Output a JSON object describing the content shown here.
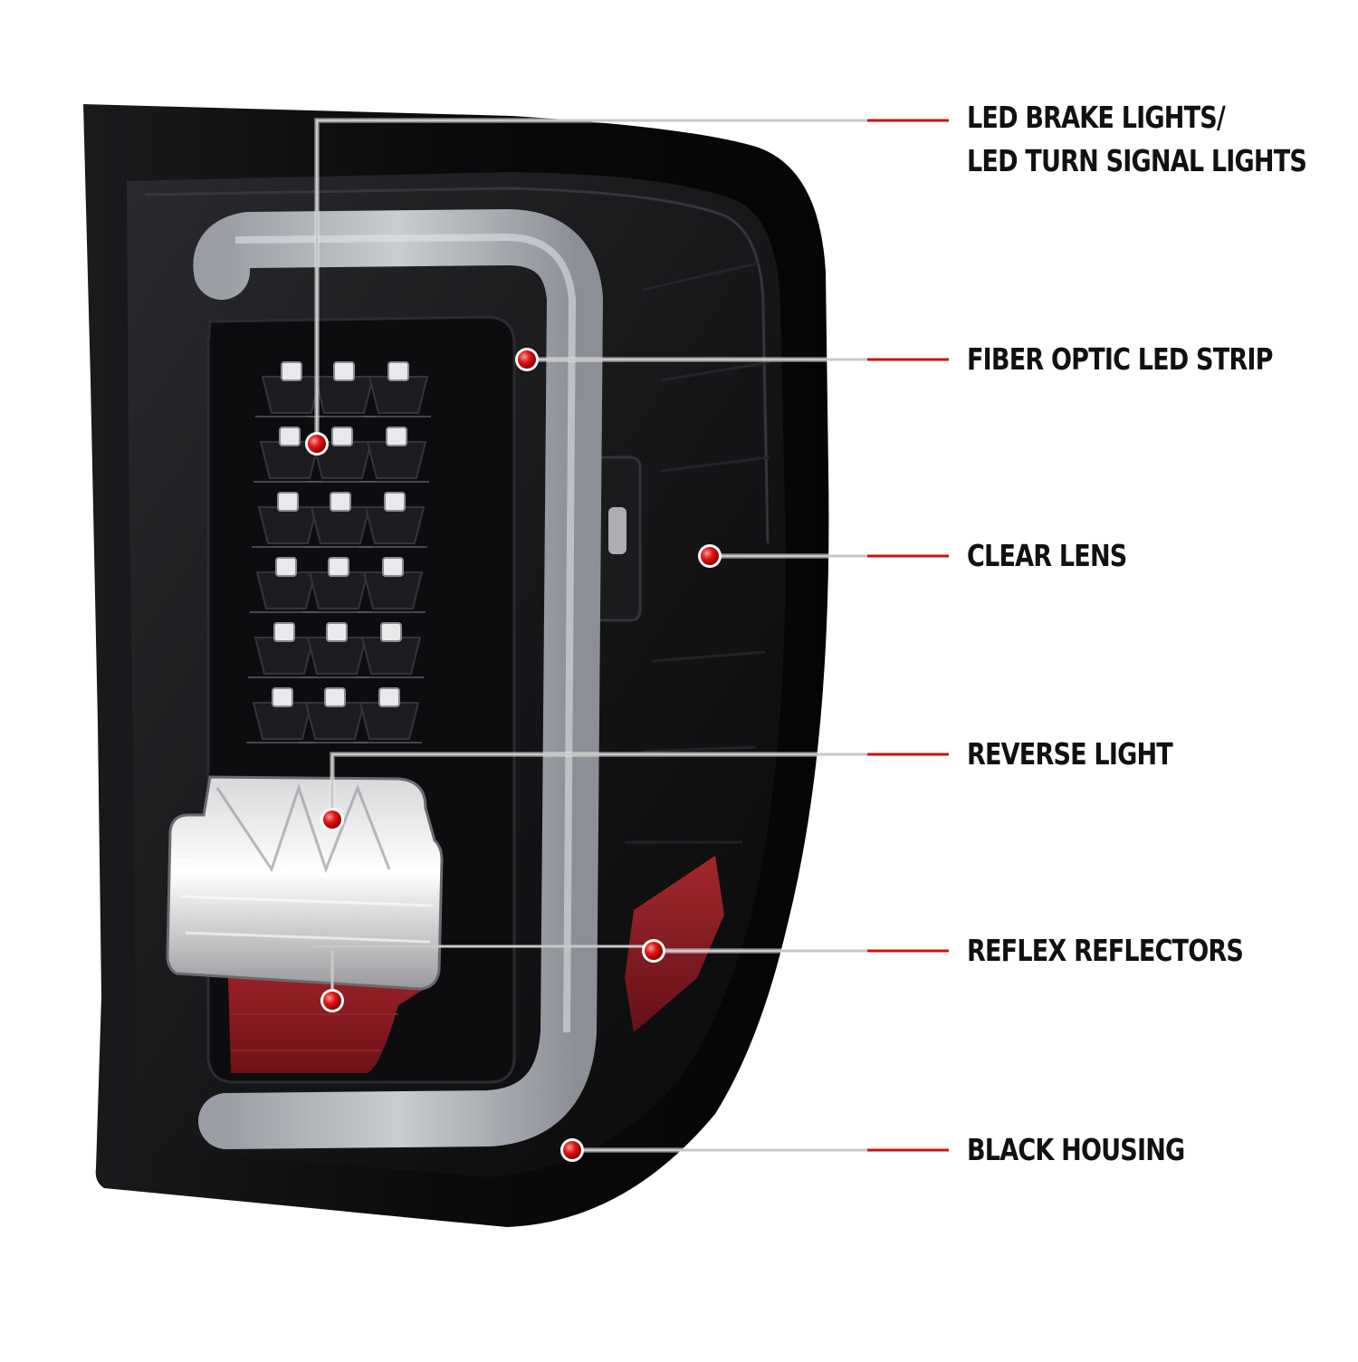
{
  "callouts": [
    {
      "id": "led-brake",
      "lines": [
        "LED BRAKE LIGHTS/",
        "LED TURN SIGNAL LIGHTS"
      ]
    },
    {
      "id": "fiber-optic",
      "lines": [
        "FIBER OPTIC LED STRIP"
      ]
    },
    {
      "id": "clear-lens",
      "lines": [
        "CLEAR LENS"
      ]
    },
    {
      "id": "reverse-light",
      "lines": [
        "REVERSE LIGHT"
      ]
    },
    {
      "id": "reflex-reflectors",
      "lines": [
        "REFLEX REFLECTORS"
      ]
    },
    {
      "id": "black-housing",
      "lines": [
        "BLACK HOUSING"
      ]
    }
  ],
  "colors": {
    "leader_line": "#c8c8c8",
    "leader_accent": "#cc1111",
    "marker": "#dd1111",
    "housing": "#0b0b0d",
    "reflector": "#8a1a1f",
    "label_text": "#111111"
  },
  "led_grid": {
    "rows": 6,
    "columns": 3
  }
}
